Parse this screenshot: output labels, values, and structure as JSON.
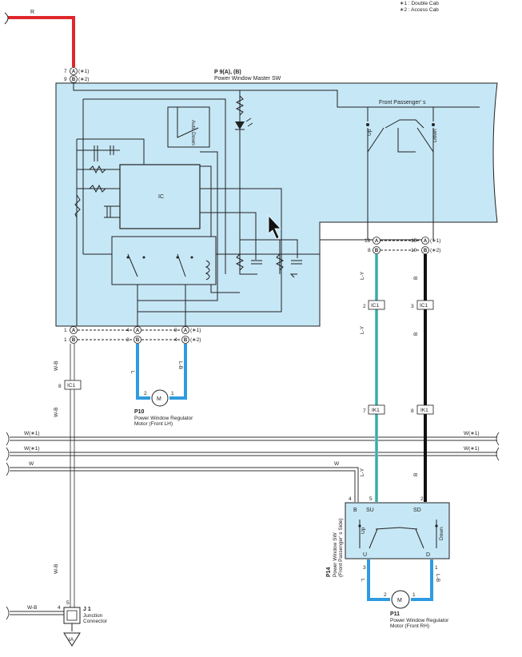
{
  "legend": {
    "line1": "∗1 : Double Cab",
    "line2": "∗2 : Access Cab"
  },
  "top_wire": {
    "label": "R",
    "color": "#e0262b"
  },
  "master_switch": {
    "code": "P 9(A), (B)",
    "name": "Power Window Master SW",
    "section_label": "Front Passenger' s",
    "ic_label": "IC",
    "auto_down_label": "Auto Down",
    "fill": "#c6e7f6",
    "up_label": "Up",
    "down_label": "Down"
  },
  "pins": {
    "p7": "7",
    "p9": "9",
    "a": "A",
    "b": "B",
    "v1": "(∗1)",
    "v2": "(∗2)",
    "p18": "18",
    "p8": "8",
    "p15": "15",
    "p10": "10",
    "p1": "1",
    "p4": "4",
    "p3": "3",
    "p2": "2",
    "p5": "5"
  },
  "connectors": {
    "ic1": "IC1",
    "ik1": "IK1"
  },
  "wire_labels": {
    "wb": "W-B",
    "ly": "L-Y",
    "b": "B",
    "l": "L",
    "lb": "L-B",
    "w": "W",
    "w1": "W(∗1)",
    "w2": "W(∗1)"
  },
  "motor_lh": {
    "code": "P10",
    "line1": "Power Window Regulator",
    "line2": "Motor (Front LH)",
    "m": "M"
  },
  "motor_rh": {
    "code": "P11",
    "line1": "Power Window Regulator",
    "line2": "Motor (Front RH)",
    "m": "M"
  },
  "passenger_switch": {
    "code": "P14",
    "line1": "Power Window SW",
    "line2": "(Front Passenger' s Side)",
    "su": "SU",
    "sd": "SD",
    "u": "U",
    "d": "D",
    "up": "Up",
    "down": "Down"
  },
  "junction": {
    "code": "J 1",
    "line1": "Junction",
    "line2": "Connector",
    "ground": "IA"
  },
  "colors": {
    "red": "#e0262b",
    "blue": "#2f9be0",
    "light_blue_wire": "#5bc4e3",
    "black": "#111111",
    "panel": "#c6e7f6"
  }
}
